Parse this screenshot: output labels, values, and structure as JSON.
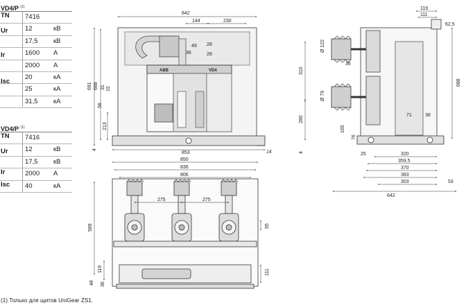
{
  "table1": {
    "title": "VD4/P",
    "title_note": "(1)",
    "rows": [
      {
        "param": "TN",
        "value": "7416",
        "unit": ""
      },
      {
        "param": "Ur",
        "value": "12",
        "unit": "кВ"
      },
      {
        "param": "",
        "value": "17,5",
        "unit": "кВ"
      },
      {
        "param": "Ir",
        "value": "1600",
        "unit": "A"
      },
      {
        "param": "",
        "value": "2000",
        "unit": "A"
      },
      {
        "param": "Isc",
        "value": "20",
        "unit": "кА"
      },
      {
        "param": "",
        "value": "25",
        "unit": "кА"
      },
      {
        "param": "",
        "value": "31,5",
        "unit": "кА"
      }
    ]
  },
  "table2": {
    "title": "VD4/P",
    "title_note": "(1)",
    "rows": [
      {
        "param": "TN",
        "value": "7416",
        "unit": ""
      },
      {
        "param": "Ur",
        "value": "12",
        "unit": "кВ"
      },
      {
        "param": "",
        "value": "17,5",
        "unit": "кВ"
      },
      {
        "param": "Ir",
        "value": "2000",
        "unit": "A"
      },
      {
        "param": "Isc",
        "value": "40",
        "unit": "кА"
      }
    ]
  },
  "drawing": {
    "front_dims": {
      "width_top": "842",
      "d144": "144",
      "d230": "230",
      "d49": "49",
      "d36": "36",
      "d28a": "28",
      "d28b": "28",
      "h691": "691",
      "h688": "688",
      "d31": "31",
      "d15": "15",
      "d56": "56",
      "d213": "213",
      "d4": "4",
      "width_base": "853",
      "d14": "14"
    },
    "brand_label": "ABB",
    "model_label": "VD4",
    "side_dims": {
      "d119": "119",
      "d111": "111",
      "d62_5": "62,5",
      "dia122": "Ø 122",
      "d36": "36",
      "d310": "310",
      "dia79": "Ø 79",
      "d280": "280",
      "d165": "165",
      "d76": "76",
      "d4": "4",
      "d25": "25",
      "d71": "71",
      "d38": "38",
      "d688": "688",
      "d320": "320",
      "d359_5": "359,5",
      "d370": "370",
      "d383": "383",
      "d303": "303",
      "d53": "53",
      "d642": "642"
    },
    "top_dims": {
      "d850": "850",
      "d836": "836",
      "d806": "806",
      "d275a": "275",
      "d275b": "275",
      "d589": "589",
      "d119": "119",
      "d48": "48",
      "d36": "36",
      "d55": "55",
      "d111": "111"
    }
  },
  "footnote": "(1) Только для щитов UniGear ZS1."
}
